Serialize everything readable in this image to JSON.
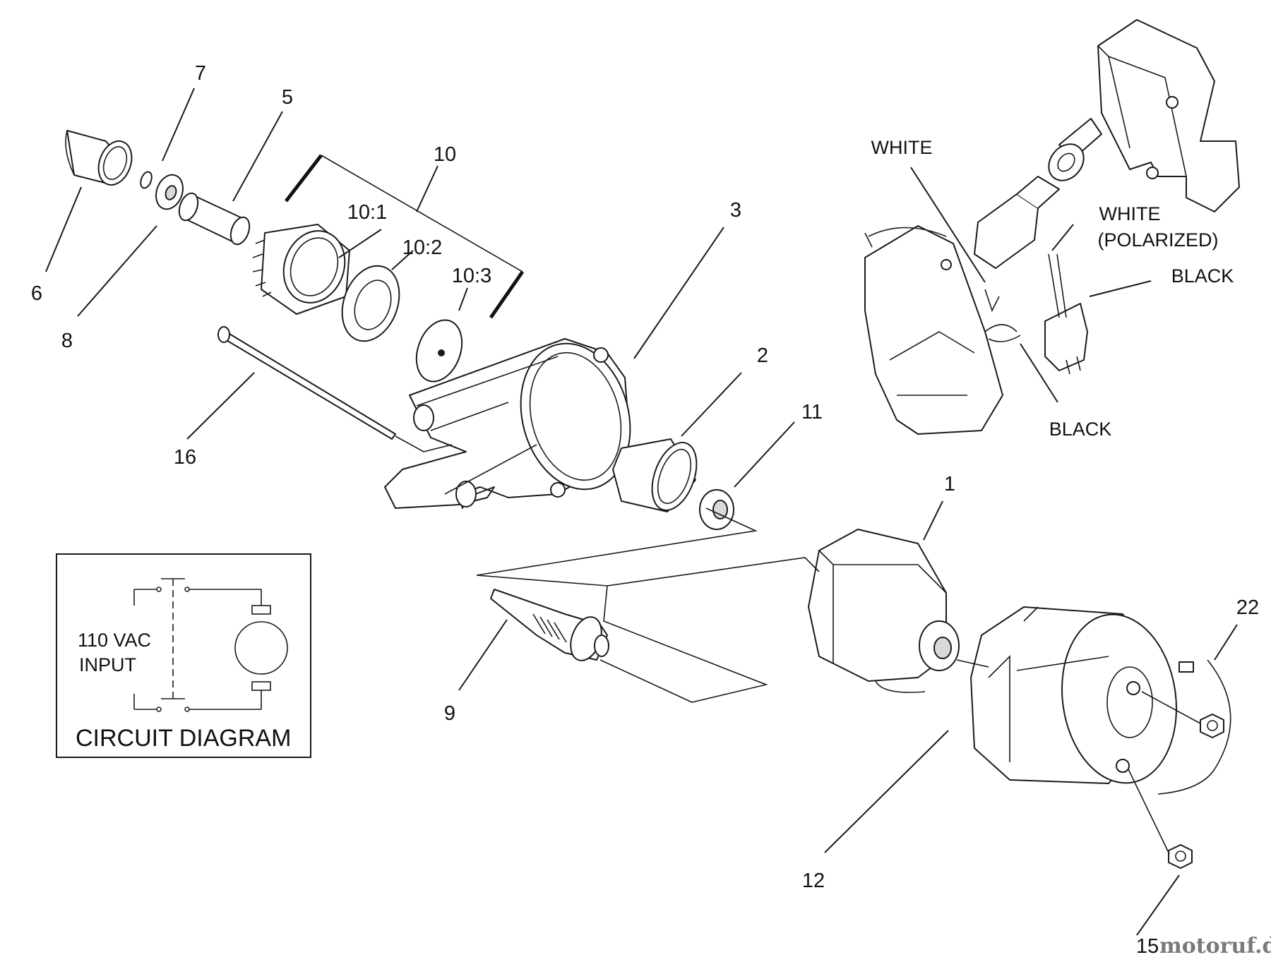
{
  "callouts": {
    "c1": "1",
    "c2": "2",
    "c3": "3",
    "c5": "5",
    "c6": "6",
    "c7": "7",
    "c8": "8",
    "c9": "9",
    "c10": "10",
    "c10_1": "10:1",
    "c10_2": "10:2",
    "c10_3": "10:3",
    "c11": "11",
    "c12": "12",
    "c15": "15",
    "c16": "16",
    "c22": "22"
  },
  "wires": {
    "white_left": "WHITE",
    "white_right": "WHITE",
    "polarized": "(POLARIZED)",
    "black_right": "BLACK",
    "black_bottom": "BLACK"
  },
  "circuit_diagram": {
    "title": "CIRCUIT DIAGRAM",
    "input_line1": "110 VAC",
    "input_line2": "INPUT"
  },
  "watermark": "motoruf.de"
}
